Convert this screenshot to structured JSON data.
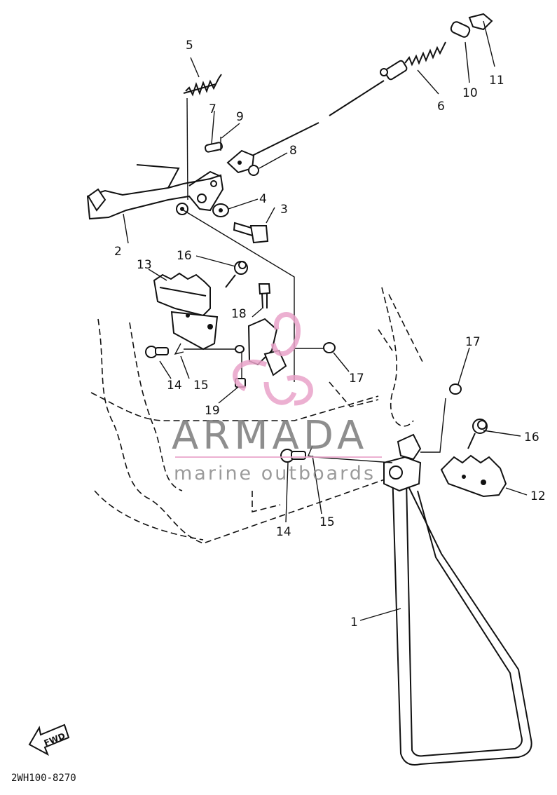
{
  "diagram": {
    "callouts": {
      "c1": "1",
      "c2": "2",
      "c3": "3",
      "c4": "4",
      "c5": "5",
      "c6": "6",
      "c7": "7",
      "c8": "8",
      "c9": "9",
      "c10": "10",
      "c11": "11",
      "c12": "12",
      "c13": "13",
      "c14a": "14",
      "c14b": "14",
      "c15a": "15",
      "c15b": "15",
      "c16a": "16",
      "c16b": "16",
      "c17a": "17",
      "c17b": "17",
      "c18": "18",
      "c19": "19"
    },
    "drawing_code": "2WH100-8270",
    "fwd_arrow_label": "FWD"
  },
  "watermark": {
    "brand": "ARMADA",
    "tagline": "marine outboards",
    "brand_color": "#7b7b7b",
    "logo_color": "#e9a3c9"
  }
}
